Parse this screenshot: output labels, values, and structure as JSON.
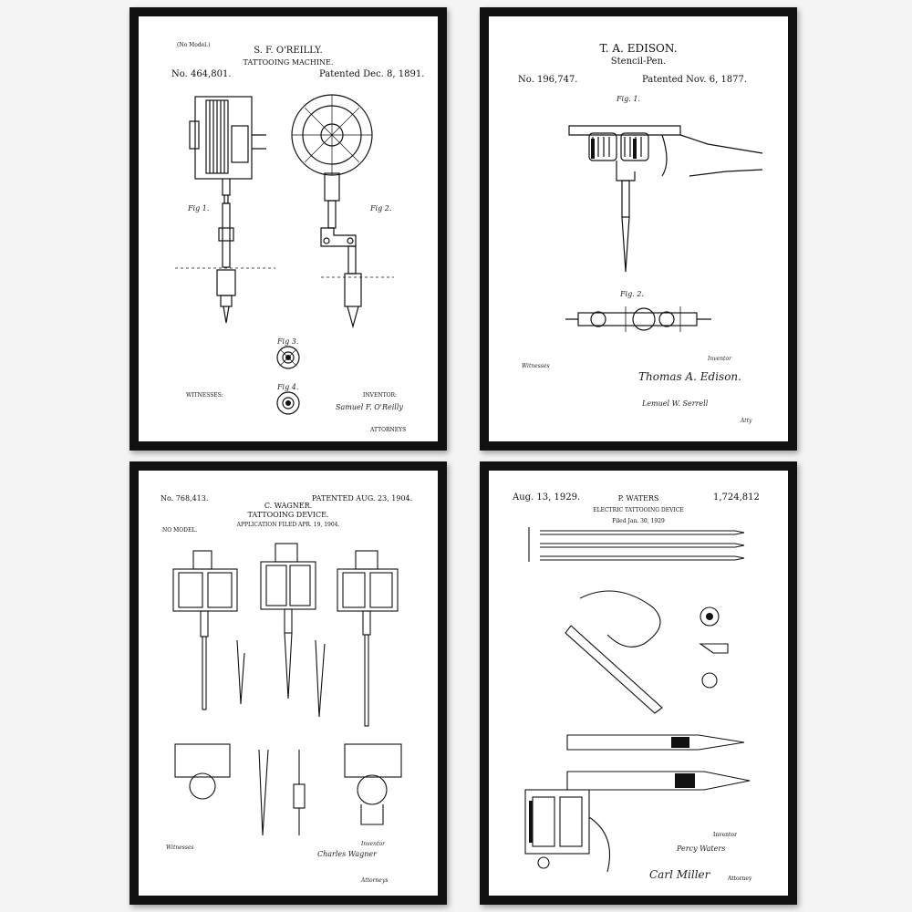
{
  "posters": {
    "oreilly": {
      "no_model": "(No Model.)",
      "inventor": "S. F. O'REILLY.",
      "device": "TATTOOING MACHINE.",
      "number": "No. 464,801.",
      "patented": "Patented Dec. 8, 1891.",
      "fig1": "Fig 1.",
      "fig2": "Fig 2.",
      "fig3": "Fig 3.",
      "fig4": "Fig 4.",
      "witnesses_label": "WITNESSES:",
      "inventor_label": "INVENTOR:",
      "inventor_signature": "Samuel F. O'Reilly",
      "attorneys": "ATTORNEYS"
    },
    "edison": {
      "inventor": "T. A. EDISON.",
      "device": "Stencil-Pen.",
      "number": "No. 196,747.",
      "patented": "Patented Nov. 6, 1877.",
      "fig1": "Fig. 1.",
      "fig2": "Fig. 2.",
      "witnesses_label": "Witnesses",
      "inventor_label": "Inventor",
      "inventor_signature": "Thomas A. Edison.",
      "attorney_signature": "Lemuel W. Serrell",
      "atty": "Atty"
    },
    "wagner": {
      "number": "No. 768,413.",
      "inventor": "C. WAGNER.",
      "patented": "PATENTED AUG. 23, 1904.",
      "device": "TATTOOING DEVICE.",
      "application": "APPLICATION FILED APR. 19, 1904.",
      "no_model": "NO MODEL.",
      "witnesses_label": "Witnesses",
      "inventor_label": "Inventor",
      "inventor_signature": "Charles Wagner",
      "attorneys": "Attorneys"
    },
    "waters": {
      "date": "Aug. 13, 1929.",
      "inventor": "P. WATERS",
      "number": "1,724,812",
      "device": "ELECTRIC TATTOOING DEVICE",
      "filed": "Filed Jan. 30, 1929",
      "inventor_label": "Inventor",
      "inventor_signature": "Percy Waters",
      "attorney_signature": "Carl Miller",
      "attorney_label": "Attorney"
    }
  },
  "colors": {
    "frame": "#111111",
    "paper": "#ffffff",
    "wall": "#f4f4f4",
    "ink": "#111111"
  }
}
